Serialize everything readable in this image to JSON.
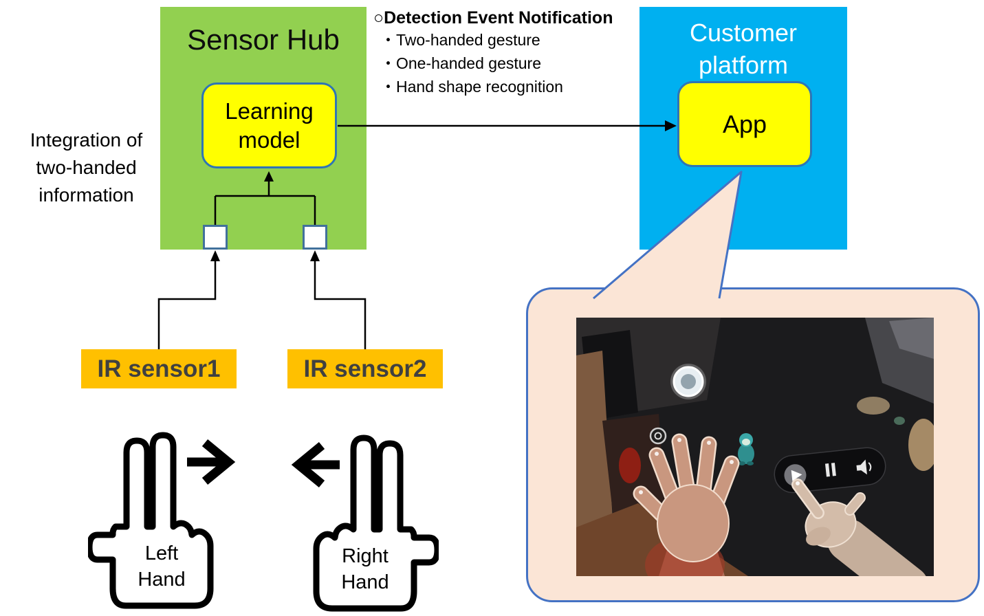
{
  "colors": {
    "sensor_hub_green": "#92D050",
    "platform_blue": "#00B0F0",
    "node_yellow": "#FFFF00",
    "node_border_blue": "#2E75B6",
    "sensor_orange": "#FFC000",
    "callout_fill": "#FBE5D6",
    "callout_border": "#4472C4",
    "connector_black": "#000000"
  },
  "sensor_hub": {
    "title": "Sensor Hub",
    "learning_model_label": "Learning model"
  },
  "customer_platform": {
    "title": "Customer platform",
    "app_label": "App"
  },
  "notification": {
    "title": "○Detection Event Notification",
    "items": [
      "・Two-handed gesture",
      "・One-handed gesture",
      "・Hand shape recognition"
    ]
  },
  "integration_note": {
    "lines": [
      "Integration of",
      "two-handed",
      "information"
    ]
  },
  "sensors": {
    "sensor1": "IR sensor1",
    "sensor2": "IR sensor2"
  },
  "hands": {
    "left": {
      "line1": "Left",
      "line2": "Hand",
      "swipe_direction": "right"
    },
    "right": {
      "line1": "Right",
      "line2": "Hand",
      "swipe_direction": "left"
    }
  },
  "callout": {
    "photo_alt": "First-person AR view: left hand spread open under a floating white ball, right index finger pressing the play button of a floating media control bar"
  }
}
